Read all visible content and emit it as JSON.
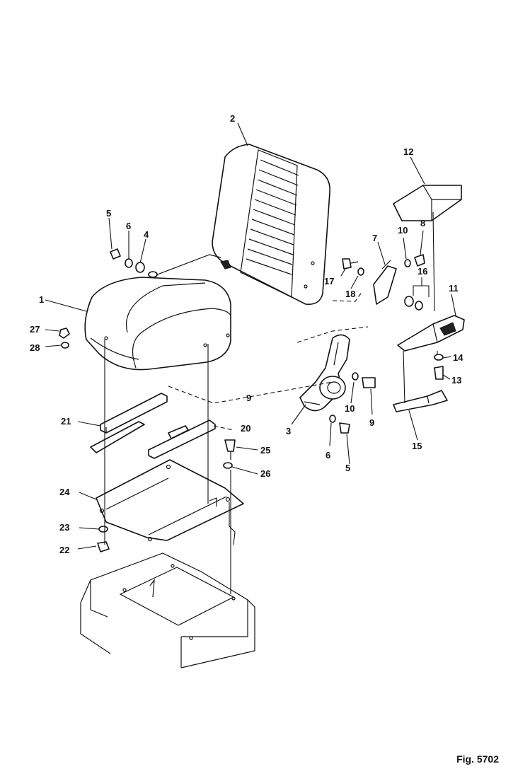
{
  "figure": {
    "caption": "Fig. 5702"
  },
  "callouts": {
    "c1": "1",
    "c2": "2",
    "c3": "3",
    "c4": "4",
    "c5a": "5",
    "c5b": "5",
    "c6a": "6",
    "c6b": "6",
    "c7": "7",
    "c8": "8",
    "c9a": "9",
    "c9b": "9",
    "c10a": "10",
    "c10b": "10",
    "c11": "11",
    "c12": "12",
    "c13": "13",
    "c14": "14",
    "c15": "15",
    "c16": "16",
    "c17": "17",
    "c18": "18",
    "c20": "20",
    "c21": "21",
    "c22": "22",
    "c23": "23",
    "c24": "24",
    "c25": "25",
    "c26": "26",
    "c27": "27",
    "c28": "28"
  }
}
